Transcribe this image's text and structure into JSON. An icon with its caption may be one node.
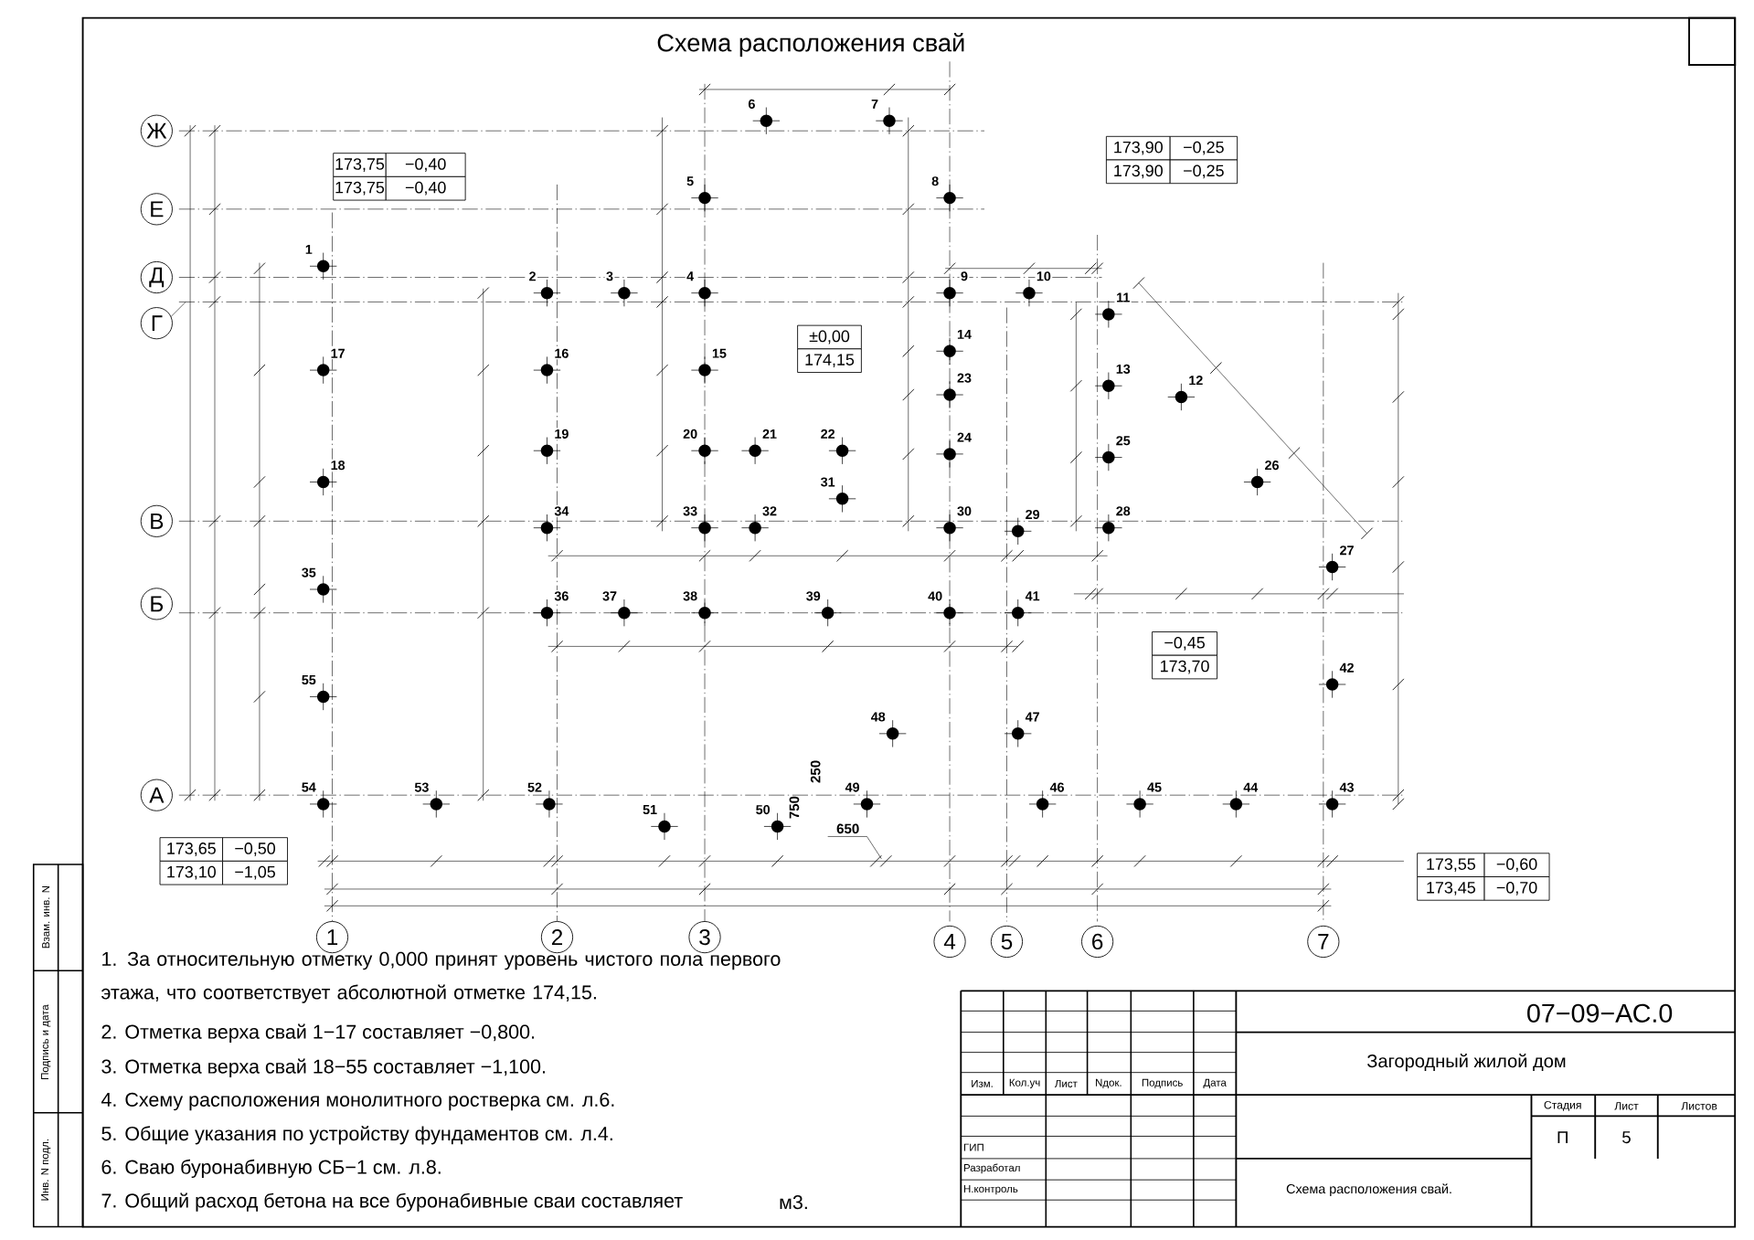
{
  "diagram": {
    "title": "Схема расположения свай",
    "nodes": [
      {
        "text": [
          "Ж"
        ]
      },
      {
        "text": [
          "Е"
        ]
      },
      {
        "text": [
          "Д"
        ]
      },
      {
        "text": [
          "Г"
        ]
      },
      {
        "text": [
          "В"
        ]
      },
      {
        "text": [
          "Б"
        ]
      },
      {
        "text": [
          "А"
        ]
      },
      {
        "text": [
          "1"
        ]
      },
      {
        "text": [
          "2"
        ]
      },
      {
        "text": [
          "3"
        ]
      },
      {
        "text": [
          "4"
        ]
      },
      {
        "text": [
          "5"
        ]
      },
      {
        "text": [
          "6"
        ]
      },
      {
        "text": [
          "7"
        ]
      }
    ],
    "labels": [
      "173,75",
      "−0,40",
      "173,75",
      "−0,40",
      "173,90",
      "−0,25",
      "173,90",
      "−0,25",
      "±0,00",
      "174,15",
      "−0,45",
      "173,70",
      "173,65",
      "−0,50",
      "173,10",
      "−1,05",
      "173,55",
      "−0,60",
      "173,45",
      "−0,70",
      "1",
      "2",
      "3",
      "4",
      "5",
      "6",
      "7",
      "8",
      "9",
      "10",
      "11",
      "12",
      "13",
      "14",
      "15",
      "16",
      "17",
      "18",
      "19",
      "20",
      "21",
      "22",
      "23",
      "24",
      "25",
      "26",
      "27",
      "28",
      "29",
      "30",
      "31",
      "32",
      "33",
      "34",
      "35",
      "36",
      "37",
      "38",
      "39",
      "40",
      "41",
      "42",
      "43",
      "44",
      "45",
      "46",
      "47",
      "48",
      "49",
      "50",
      "51",
      "52",
      "53",
      "54",
      "55",
      "250",
      "750",
      "650",
      "1. За относительную отметку 0,000 принят уровень чистого пола первого этажа, что соответствует абсолютной отметке 174,15.",
      "2. Отметка верха свай 1−17 составляет −0,800.",
      "3. Отметка верха свай 18−55 составляет −1,100.",
      "4. Схему расположения монолитного ростверка см. л.6.",
      "5. Общие указания по устройству фундаментов см. л.4.",
      "6. Сваю буронабивную СБ−1 см. л.8.",
      "7. Общий расход бетона на все буронабивные сваи составляет",
      "м3.",
      "07−09−АС.0",
      "Загородный жилой дом",
      "Изм.",
      "Кол.уч",
      "Лист",
      "Nдок.",
      "Подпись",
      "Дата",
      "Стадия",
      "Лист",
      "Листов",
      "П",
      "5",
      "ГИП",
      "Разработал",
      "Н.контроль",
      "Схема расположения свай.",
      "Взам. инв. N",
      "Подпись и дата",
      "Инв. N подл."
    ]
  }
}
